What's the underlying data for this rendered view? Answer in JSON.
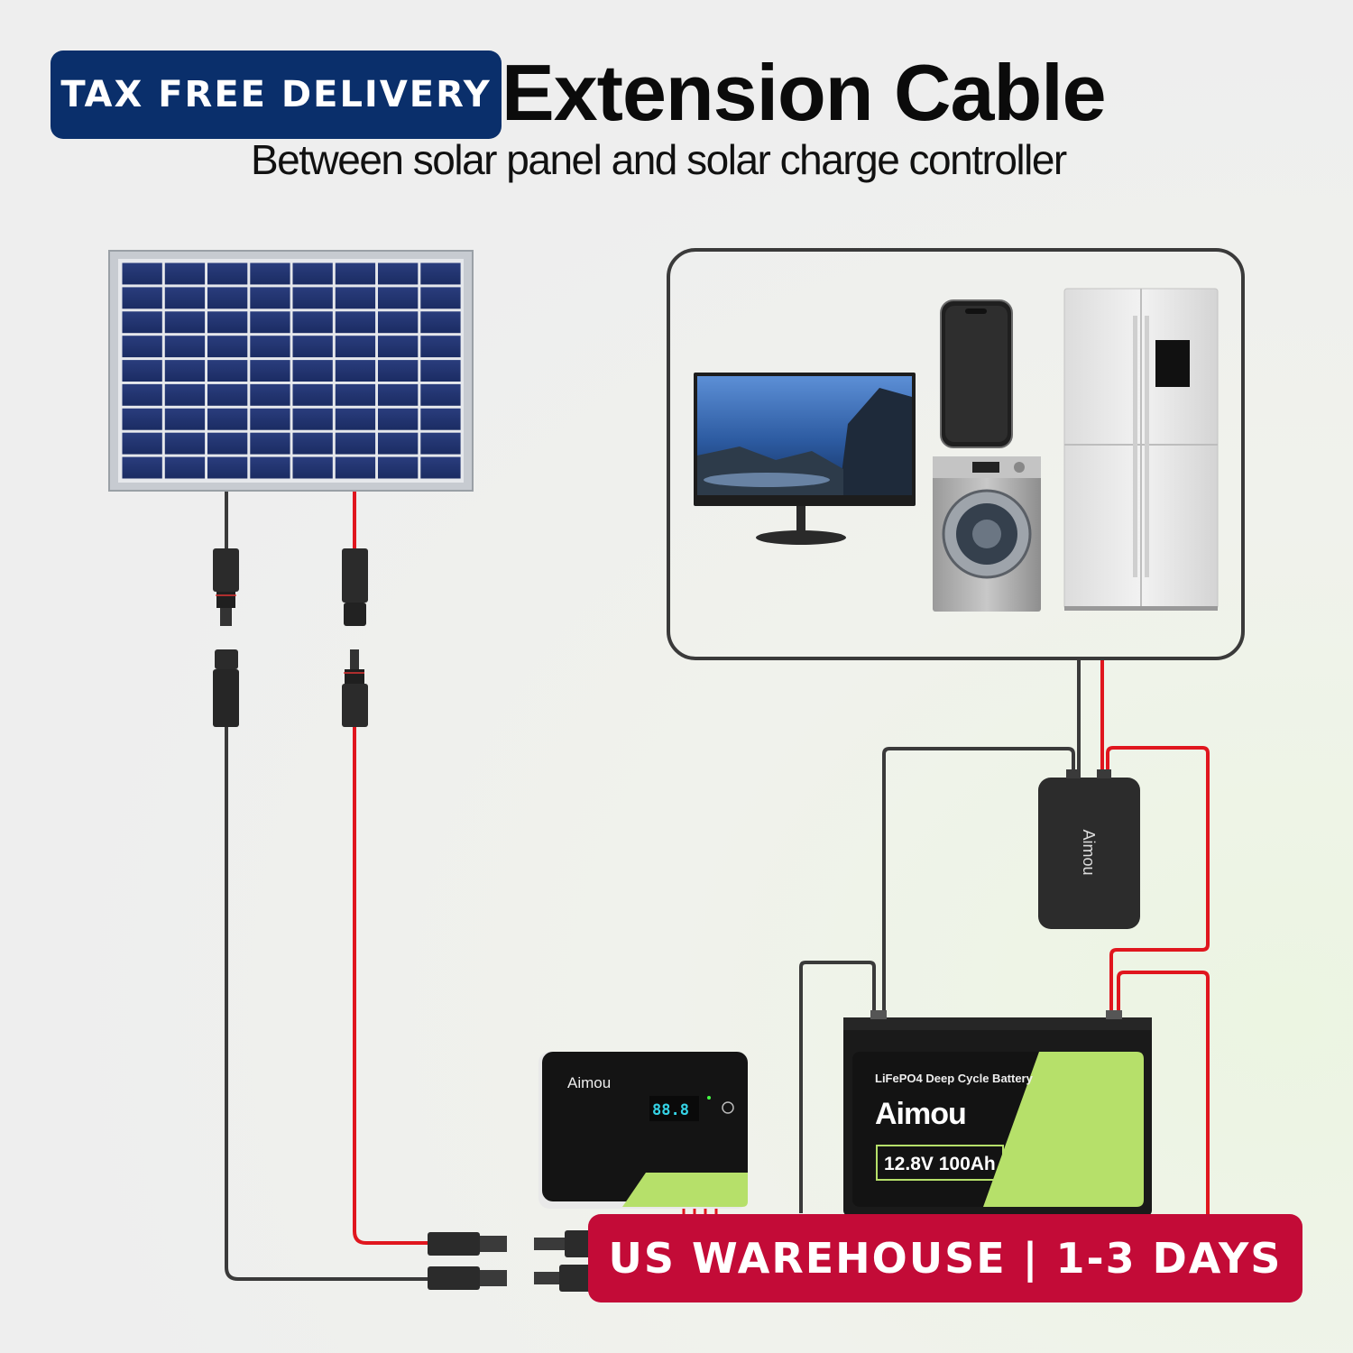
{
  "badges": {
    "top": "TAX FREE DELIVERY",
    "bottom": "US WAREHOUSE | 1-3 DAYS"
  },
  "heading": {
    "title": "Extension Cable",
    "subtitle": "Between solar panel and solar charge controller"
  },
  "devices": {
    "inverter_brand": "Aimou",
    "controller_brand": "Aimou",
    "controller_display": "88.8",
    "battery_type": "LiFePO4 Deep Cycle Battery",
    "battery_brand": "Aimou",
    "battery_spec": "12.8V 100Ah"
  },
  "colors": {
    "positive_wire": "#e0161e",
    "negative_wire": "#3a3a3a",
    "brand_green": "#b6e06a",
    "badge_blue": "#0a2f6b",
    "badge_red": "#c30b37"
  },
  "icons": [
    "solar-panel-icon",
    "monitor-icon",
    "phone-icon",
    "washing-machine-icon",
    "refrigerator-icon",
    "lightning-icon"
  ]
}
